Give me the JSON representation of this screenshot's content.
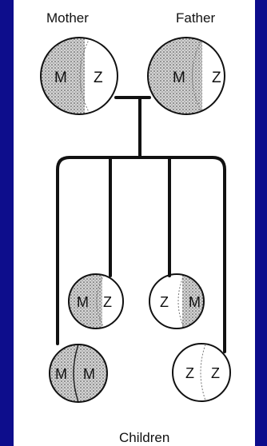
{
  "labels": {
    "mother": "Mother",
    "father": "Father",
    "children": "Children"
  },
  "people": {
    "mother": {
      "left": "M",
      "right": "Z"
    },
    "father": {
      "left": "M",
      "right": "Z"
    },
    "child1": {
      "left": "M",
      "right": "Z"
    },
    "child2": {
      "left": "Z",
      "right": "M"
    },
    "child3": {
      "left": "M",
      "right": "M"
    },
    "child4": {
      "left": "Z",
      "right": "Z"
    }
  },
  "colors": {
    "background": "#0d0d8c",
    "panel": "#ffffff",
    "line": "#111111",
    "stipple": "#555555"
  }
}
